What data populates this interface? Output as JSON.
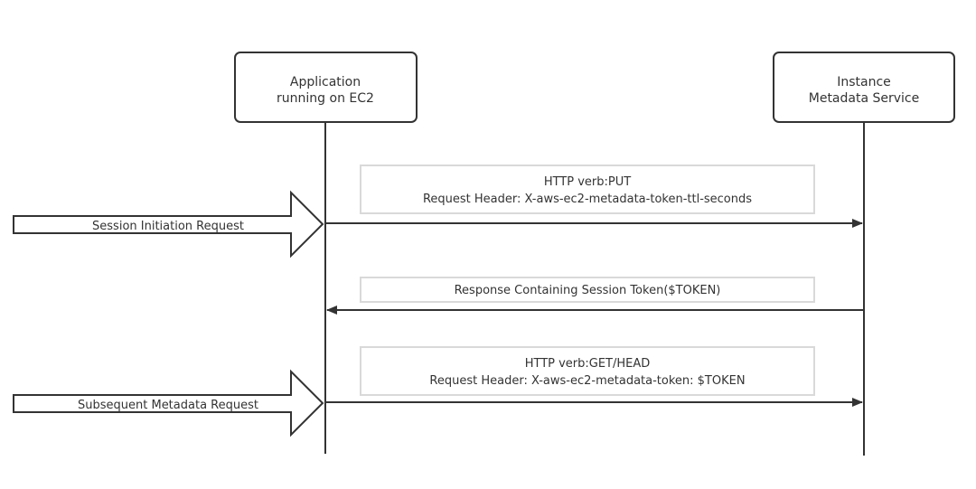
{
  "participants": {
    "application": {
      "line1": "Application",
      "line2": "running on EC2"
    },
    "imds": {
      "line1": "Instance",
      "line2": "Metadata Service"
    }
  },
  "messages": {
    "put": {
      "line1": "HTTP verb:PUT",
      "line2": "Request Header: X-aws-ec2-metadata-token-ttl-seconds"
    },
    "response": {
      "line1": "Response Containing Session Token($TOKEN)"
    },
    "get": {
      "line1": "HTTP verb:GET/HEAD",
      "line2": "Request Header: X-aws-ec2-metadata-token: $TOKEN"
    }
  },
  "inputs": {
    "session": "Session Initiation Request",
    "subsequent": "Subsequent Metadata Request"
  },
  "colors": {
    "stroke": "#333333",
    "note_border": "#d9d9d9",
    "text": "#333333"
  }
}
